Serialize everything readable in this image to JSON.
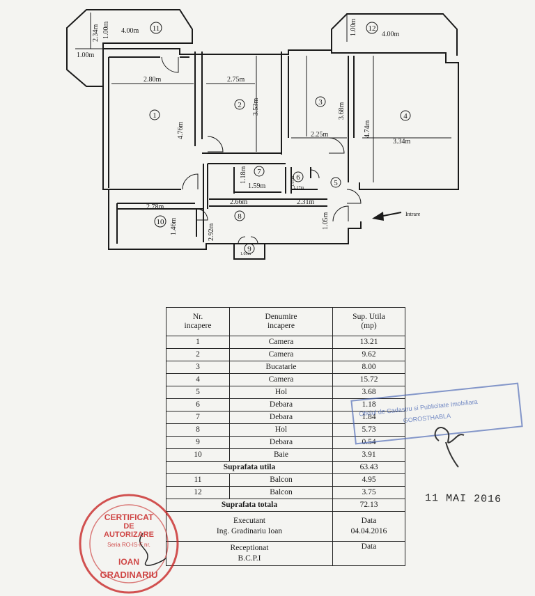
{
  "plan": {
    "room_numbers": [
      "1",
      "2",
      "3",
      "4",
      "5",
      "6",
      "7",
      "8",
      "9",
      "10",
      "11",
      "12"
    ],
    "dimensions": {
      "b11_w": "4.00m",
      "b11_a": "2.34m",
      "b11_b": "1.00m",
      "b11_c": "1.00m",
      "b12_w": "4.00m",
      "b12_a": "1.00m",
      "r1_w": "2.80m",
      "r1_h": "4.76m",
      "r2_w": "2.75m",
      "r2_h": "3.53m",
      "r3_w": "2.25m",
      "r3_h": "3.68m",
      "r4_w": "3.34m",
      "r4_h": "4.74m",
      "r7_w": "1.59m",
      "r7_h": "1.18m",
      "r6_w": "1.17m",
      "r6_h": "1.05m",
      "r8_w": "2.66m",
      "r8_h": "2.92m",
      "r5_w": "2.31m",
      "r5_h": "1.05m",
      "r10_w": "2.78m",
      "r10_h": "1.46m",
      "r9_w": "1.05m"
    },
    "entrance_label": "Intrare"
  },
  "table": {
    "header": {
      "col1": [
        "Nr.",
        "incapere"
      ],
      "col2": [
        "Denumire",
        "incapere"
      ],
      "col3": [
        "Sup. Utila",
        "(mp)"
      ]
    },
    "rooms": [
      {
        "nr": "1",
        "name": "Camera",
        "area": "13.21"
      },
      {
        "nr": "2",
        "name": "Camera",
        "area": "9.62"
      },
      {
        "nr": "3",
        "name": "Bucatarie",
        "area": "8.00"
      },
      {
        "nr": "4",
        "name": "Camera",
        "area": "15.72"
      },
      {
        "nr": "5",
        "name": "Hol",
        "area": "3.68"
      },
      {
        "nr": "6",
        "name": "Debara",
        "area": "1.18"
      },
      {
        "nr": "7",
        "name": "Debara",
        "area": "1.84"
      },
      {
        "nr": "8",
        "name": "Hol",
        "area": "5.73"
      },
      {
        "nr": "9",
        "name": "Debara",
        "area": "0.54"
      },
      {
        "nr": "10",
        "name": "Baie",
        "area": "3.91"
      }
    ],
    "usable_label": "Suprafata utila",
    "usable_area": "63.43",
    "balconies": [
      {
        "nr": "11",
        "name": "Balcon",
        "area": "4.95"
      },
      {
        "nr": "12",
        "name": "Balcon",
        "area": "3.75"
      }
    ],
    "total_label": "Suprafata totala",
    "total_area": "72.13",
    "executant_label": "Executant",
    "executant_name": "Ing. Gradinariu Ioan",
    "data_label": "Data",
    "executant_date": "04.04.2016",
    "receptionat_label": "Receptionat",
    "receptionat_org": "B.C.P.I",
    "data_label_2": "Data"
  },
  "date_stamp": "11 MAI 2016",
  "oc_stamp": {
    "line1": "Oficiul de Cadastru si Publicitate Imobiliara",
    "line2": "GOROSTHABLA"
  },
  "cert_stamp": {
    "line1": "CERTIFICAT",
    "line2": "DE",
    "line3": "AUTORIZARE",
    "line4": "Seria RO-IS-F nr.",
    "line5": "IOAN",
    "line6": "GRADINARIU"
  }
}
